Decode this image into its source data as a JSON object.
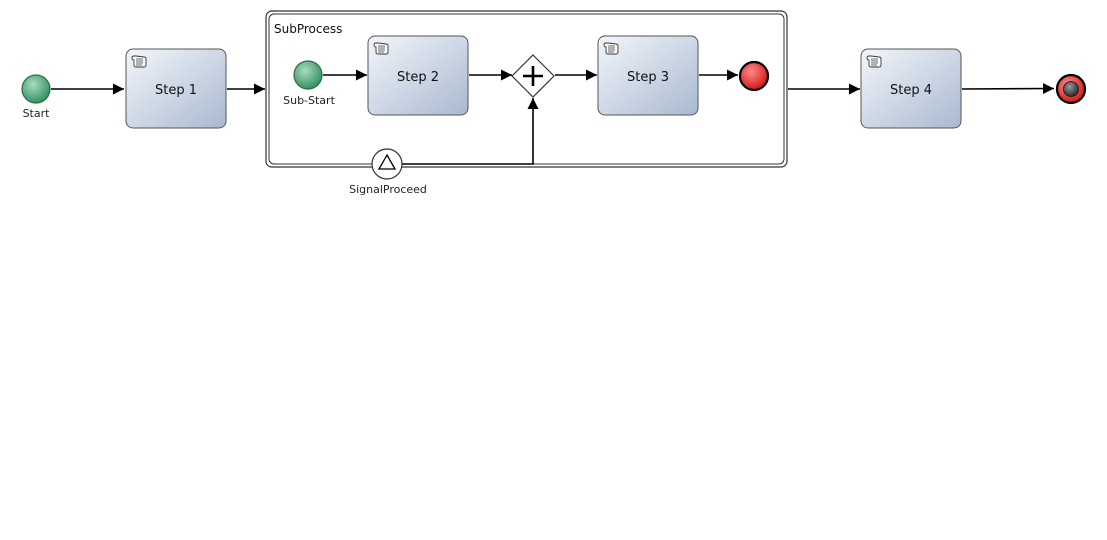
{
  "diagram": {
    "events": {
      "start": "Start",
      "sub_start": "Sub-Start",
      "signal": "SignalProceed"
    },
    "subprocess": {
      "label": "SubProcess"
    },
    "tasks": {
      "step1": "Step 1",
      "step2": "Step 2",
      "step3": "Step 3",
      "step4": "Step 4"
    },
    "colors": {
      "start_event": "#3f9a6b",
      "end_event": "#e01818",
      "task_fill_top": "#eef2f8",
      "task_fill_bottom": "#aebdd3",
      "stroke": "#000000"
    },
    "icons": {
      "task": "script-icon",
      "gateway": "parallel-gateway-icon",
      "signal": "signal-triangle-icon"
    }
  }
}
